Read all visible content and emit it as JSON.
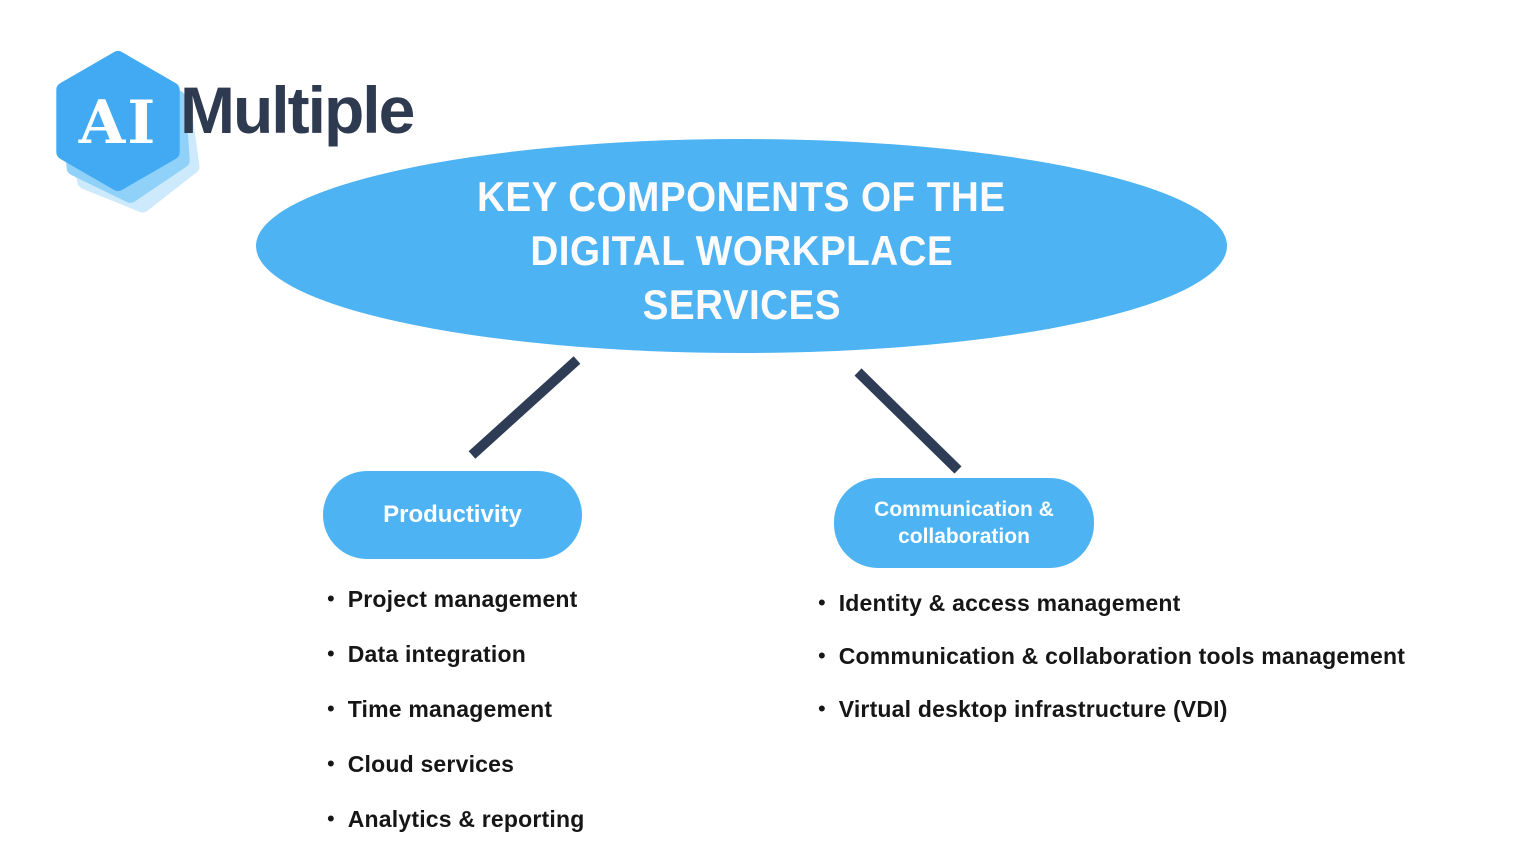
{
  "colors": {
    "accent_blue": "#4eb3f2",
    "hexagon_blue": "#42aaf2",
    "hexagon_layer_mid": "#8fd1f8",
    "hexagon_layer_light": "#cdeafc",
    "connector_navy": "#2e3d55",
    "brand_navy": "#2e3a50",
    "list_text": "#161616",
    "title_text": "#fdfbfb"
  },
  "bullet_glyph": "•",
  "logo": {
    "hexagon_label": "AI",
    "brand": "Multiple"
  },
  "title": {
    "line1": "KEY COMPONENTS OF THE",
    "line2": "DIGITAL WORKPLACE",
    "line3": "SERVICES"
  },
  "branches": [
    {
      "label": "Productivity",
      "items": [
        "Project management",
        "Data integration",
        "Time management",
        "Cloud services",
        "Analytics & reporting"
      ]
    },
    {
      "label": "Communication & collaboration",
      "items": [
        "Identity & access management",
        "Communication & collaboration tools management",
        "Virtual desktop infrastructure (VDI)"
      ]
    }
  ]
}
